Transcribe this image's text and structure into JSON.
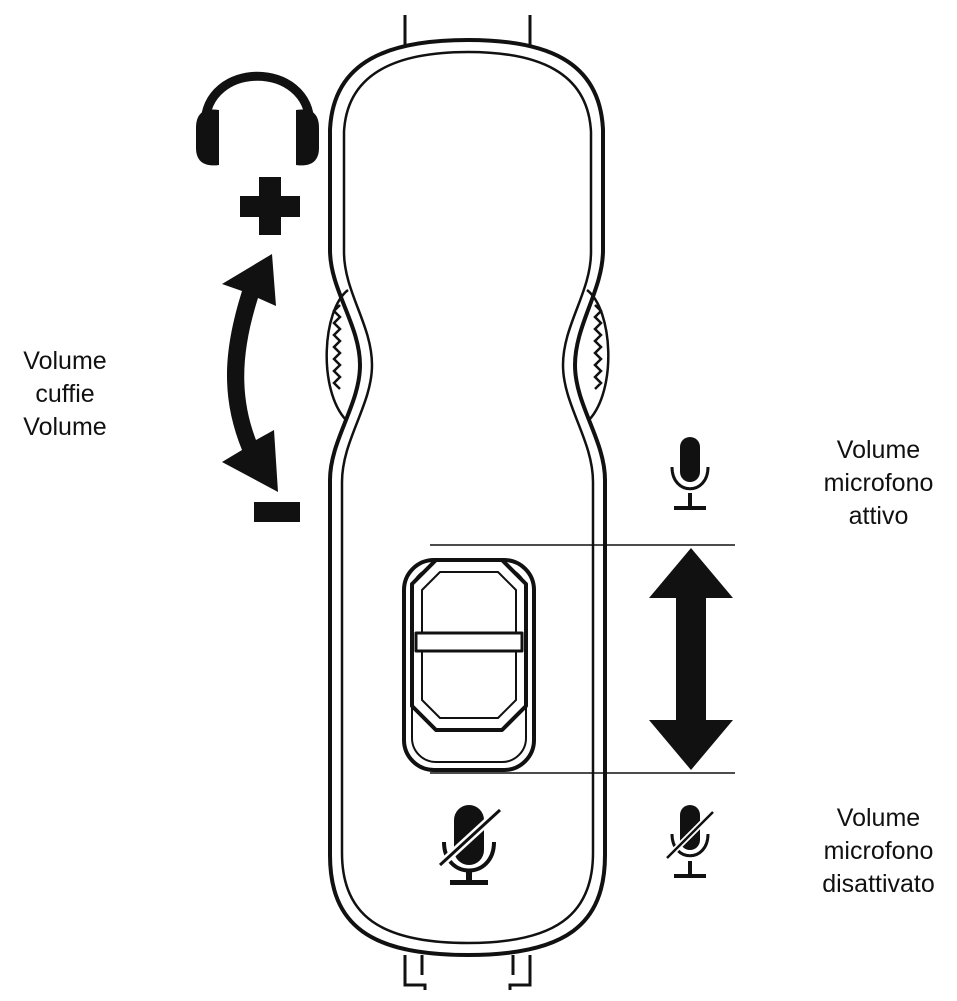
{
  "labels": {
    "headphone_volume": [
      "Volume",
      "cuffie",
      "Volume"
    ],
    "mic_active": [
      "Volume",
      "microfono",
      "attivo"
    ],
    "mic_muted": [
      "Volume",
      "microfono",
      "disattivato"
    ]
  },
  "icons": {
    "headphone": "headphones-icon",
    "plus": "plus-icon",
    "minus": "minus-icon",
    "mic_on": "microphone-icon",
    "mic_off": "microphone-muted-icon",
    "arc_arrow": "curved-double-arrow-icon",
    "vertical_arrow": "vertical-double-arrow-icon"
  },
  "colors": {
    "ink": "#111111",
    "background": "#ffffff"
  }
}
